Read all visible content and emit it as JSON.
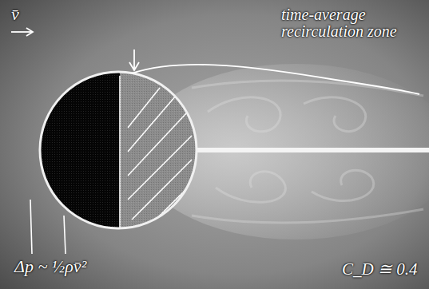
{
  "diagram": {
    "labels": [
      "v̄",
      "time-average recirculation zone",
      "Δp ~ ½ρv̄²",
      "C_D ≅ 0.4"
    ]
  }
}
